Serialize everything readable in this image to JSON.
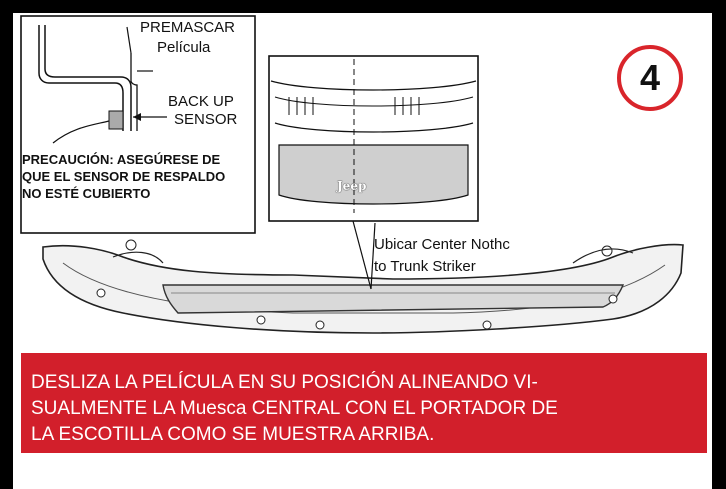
{
  "step_badge": "4",
  "inset_labels": {
    "premascar": "PREMASCAR",
    "pelicula": "Película",
    "back_up": "BACK UP",
    "sensor": "SENSOR"
  },
  "precaution": "PRECAUCIÓN: ASEGÚRESE DE QUE EL SENSOR DE RESPALDO NO ESTÉ CUBIERTO",
  "callout": {
    "line1": "Ubicar Center Nothc",
    "line2": "to Trunk Striker"
  },
  "badge_logo": "Jeep",
  "instruction": {
    "line1": "DESLIZA LA PELÍCULA EN SU POSICIÓN ALINEANDO VI-",
    "line2": "SUALMENTE LA Muesca CENTRAL CON EL PORTADOR DE",
    "line3": "LA ESCOTILLA COMO SE MUESTRA ARRIBA."
  },
  "colors": {
    "accent_red": "#d21f2b",
    "step_ring": "#d9252b",
    "background": "#000000",
    "panel": "#ffffff"
  }
}
